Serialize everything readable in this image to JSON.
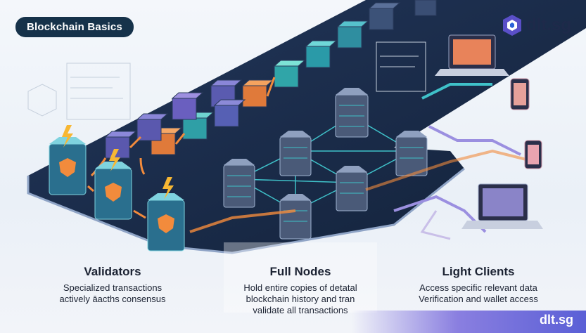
{
  "header": {
    "badge": "Blockchain Basics"
  },
  "brand": {
    "name": "dlt.sg",
    "footer": "dlt.sg"
  },
  "sections": [
    {
      "title": "Validators",
      "lines": [
        "Specialized transactions",
        "actively āacths consensus"
      ]
    },
    {
      "title": "Full Nodes",
      "lines": [
        "Hold entire copies of detatal",
        "blockchain history and tran",
        "validate all transactions"
      ]
    },
    {
      "title": "Light Clients",
      "lines": [
        "Access specific relevant data",
        "Verification and wallet access"
      ]
    }
  ],
  "colors": {
    "dark_platform": "#1b2b45",
    "teal": "#3fc1c9",
    "orange": "#f28b3c",
    "purple": "#7c6fd6",
    "navy": "#16324a"
  }
}
